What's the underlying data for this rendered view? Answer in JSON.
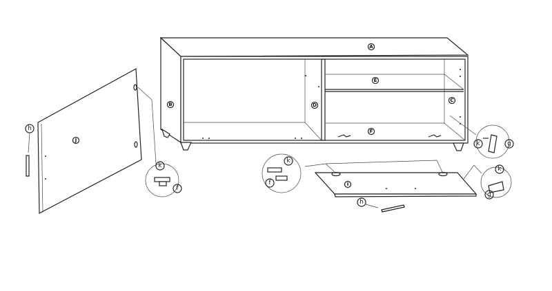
{
  "diagram": {
    "part_labels": {
      "top": "A",
      "left_side": "B",
      "right_side": "C",
      "divider": "D",
      "shelf": "E",
      "bottom": "F",
      "back_panel": "I",
      "door": "J"
    },
    "hardware_labels": {
      "handle": "h",
      "screw": "k",
      "hinge": "f",
      "bracket": "g"
    }
  }
}
